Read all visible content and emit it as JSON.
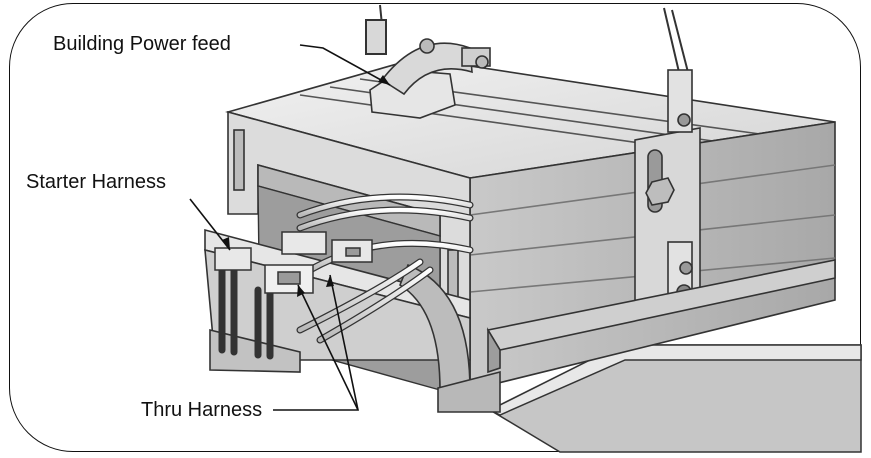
{
  "labels": {
    "building_power_feed": "Building Power feed",
    "starter_harness": "Starter Harness",
    "thru_harness": "Thru Harness"
  }
}
